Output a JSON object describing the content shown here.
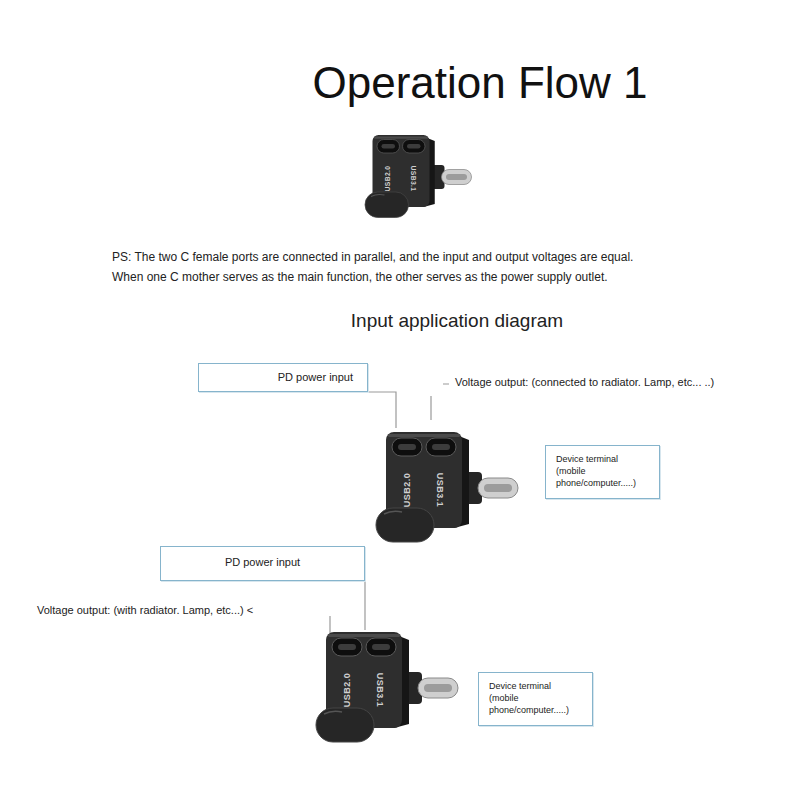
{
  "diagram": {
    "title": "Operation Flow 1",
    "nodes": [
      {
        "text": [
          "PD power input"
        ]
      },
      {
        "text": [
          "Device terminal (mobile phone/computer.....)"
        ]
      },
      {
        "text": [
          "PD power input"
        ]
      },
      {
        "text": [
          "Device terminal (mobile phone/computer.....)"
        ]
      }
    ],
    "labels": [
      "USB2.0",
      "USB3.1",
      "PS: The two C female ports are connected in parallel, and the input and output voltages are equal.",
      "When one C mother serves as the main function, the other serves as the power supply outlet.",
      "Input application diagram",
      "Voltage output: (connected to radiator. Lamp, etc... ..)",
      "USB2.0",
      "USB3.1",
      "Voltage output: (with radiator. Lamp, etc...) <",
      "USB2.0",
      "USB3.1"
    ]
  }
}
